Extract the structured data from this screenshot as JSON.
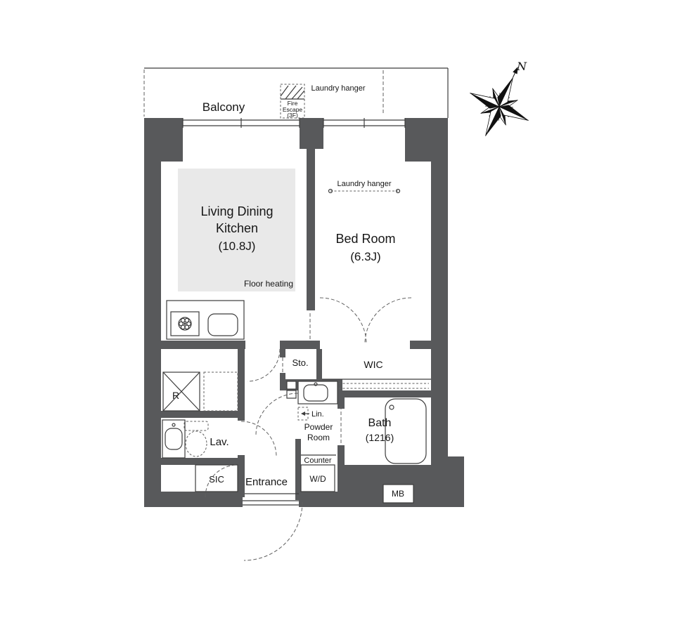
{
  "plan": {
    "balcony": {
      "label": "Balcony",
      "laundry": "Laundry hanger",
      "fire1": "Fire",
      "fire2": "Escape",
      "fire3": "(3F)"
    },
    "ldk": {
      "l1": "Living Dining",
      "l2": "Kitchen",
      "size": "(10.8J)",
      "heating": "Floor heating"
    },
    "bedroom": {
      "name": "Bed Room",
      "size": "(6.3J)",
      "laundry": "Laundry hanger"
    },
    "rooms": {
      "sto": "Sto.",
      "wic": "WIC",
      "lin": "Lin.",
      "powder1": "Powder",
      "powder2": "Room",
      "counter": "Counter",
      "bath": "Bath",
      "bath_size": "(1216)",
      "wd": "W/D",
      "lav": "Lav.",
      "r": "R",
      "sic": "SIC",
      "entrance": "Entrance",
      "mb": "MB"
    },
    "compass": {
      "n": "N"
    },
    "colors": {
      "wall": "#58595b",
      "floor_heating": "#e9e9e9",
      "outline": "#3c3c3c"
    }
  }
}
